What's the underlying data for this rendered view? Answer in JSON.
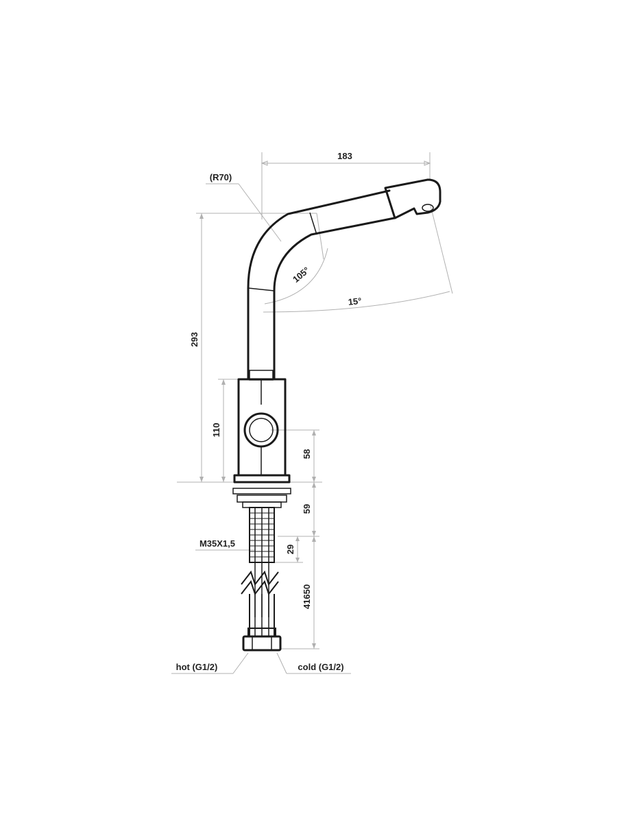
{
  "colors": {
    "outline": "#1a1a1a",
    "dimension_line": "#b0b0b0",
    "text": "#222222",
    "background": "#ffffff"
  },
  "dimensions": {
    "reach": "183",
    "radius": "(R70)",
    "height": "293",
    "body_height": "110",
    "handle_height": "58",
    "mount_depth": "59",
    "thread_length": "29",
    "hose_length": "41650",
    "spout_angle": "105°",
    "swivel_angle": "15°"
  },
  "labels": {
    "thread": "M35X1,5",
    "hot": "hot (G1/2)",
    "cold": "cold (G1/2)"
  }
}
